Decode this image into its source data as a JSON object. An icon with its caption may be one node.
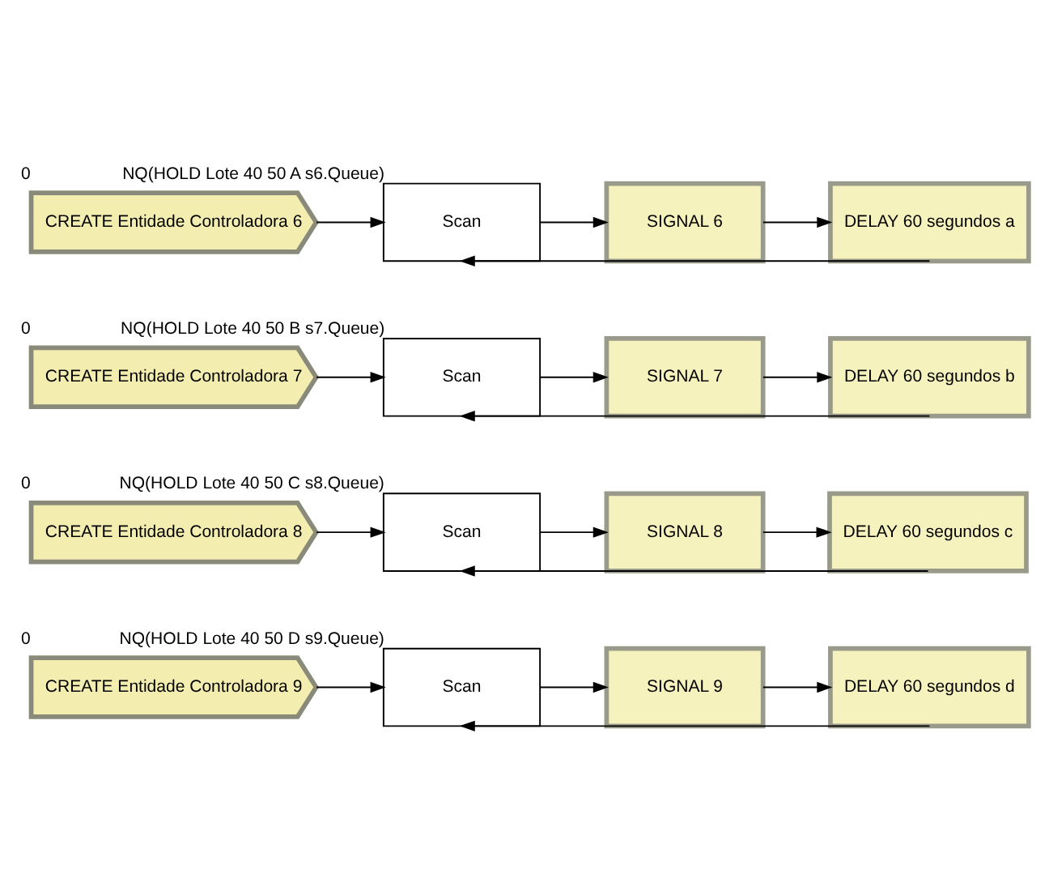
{
  "diagram": {
    "nodes": [
      {
        "text": [
          "CREATE Entidade Controladora 6"
        ],
        "beside": [
          "0"
        ]
      },
      {
        "text": [
          "Scan"
        ],
        "beside": [
          "NQ(HOLD Lote 40 50 A s6.Queue)"
        ]
      },
      {
        "text": [
          "SIGNAL 6"
        ]
      },
      {
        "text": [
          "DELAY 60 segundos a"
        ]
      },
      {
        "text": [
          "CREATE Entidade Controladora 7"
        ],
        "beside": [
          "0"
        ]
      },
      {
        "text": [
          "Scan"
        ],
        "beside": [
          "NQ(HOLD Lote 40 50 B s7.Queue)"
        ]
      },
      {
        "text": [
          "SIGNAL 7"
        ]
      },
      {
        "text": [
          "DELAY 60 segundos b"
        ]
      },
      {
        "text": [
          "CREATE Entidade Controladora 8"
        ],
        "beside": [
          "0"
        ]
      },
      {
        "text": [
          "Scan"
        ],
        "beside": [
          "NQ(HOLD Lote 40 50 C s8.Queue)"
        ]
      },
      {
        "text": [
          "SIGNAL 8"
        ]
      },
      {
        "text": [
          "DELAY 60 segundos c"
        ]
      },
      {
        "text": [
          "CREATE Entidade Controladora 9"
        ],
        "beside": [
          "0"
        ]
      },
      {
        "text": [
          "Scan"
        ],
        "beside": [
          "NQ(HOLD Lote 40 50 D s9.Queue)"
        ]
      },
      {
        "text": [
          "SIGNAL 9"
        ]
      },
      {
        "text": [
          "DELAY 60 segundos d"
        ]
      }
    ],
    "edges": [
      {
        "from": 0,
        "to": 1,
        "arrow": "to"
      },
      {
        "from": 1,
        "to": 2,
        "arrow": "to"
      },
      {
        "from": 2,
        "to": 3,
        "arrow": "to"
      },
      {
        "from": 3,
        "to": 1,
        "arrow": "to"
      },
      {
        "from": 4,
        "to": 5,
        "arrow": "to"
      },
      {
        "from": 5,
        "to": 6,
        "arrow": "to"
      },
      {
        "from": 6,
        "to": 7,
        "arrow": "to"
      },
      {
        "from": 7,
        "to": 5,
        "arrow": "to"
      },
      {
        "from": 8,
        "to": 9,
        "arrow": "to"
      },
      {
        "from": 9,
        "to": 10,
        "arrow": "to"
      },
      {
        "from": 10,
        "to": 11,
        "arrow": "to"
      },
      {
        "from": 11,
        "to": 9,
        "arrow": "to"
      },
      {
        "from": 12,
        "to": 13,
        "arrow": "to"
      },
      {
        "from": 13,
        "to": 14,
        "arrow": "to"
      },
      {
        "from": 14,
        "to": 15,
        "arrow": "to"
      },
      {
        "from": 15,
        "to": 13,
        "arrow": "to"
      }
    ]
  }
}
